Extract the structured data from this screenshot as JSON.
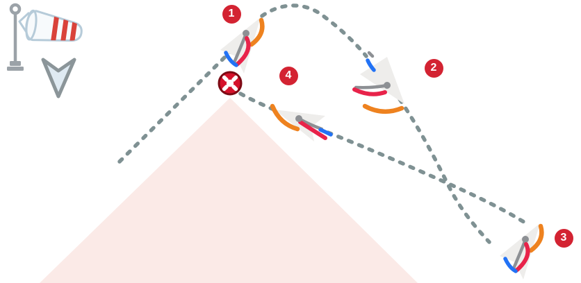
{
  "theme": {
    "background": "#ffffff",
    "zone_pink": "#fbeae7",
    "path_dash": "#7f9193",
    "marker_red": "#d32332",
    "buoy_red": "#d4122b",
    "buoy_dark": "#7c0a14",
    "sail_red": "#e8234a",
    "spinnaker_orange": "#ee821f",
    "jib_blue": "#2272f5",
    "mast_gray": "#8d9094",
    "hull_white": "#eeedeb",
    "windsock_outline": "#b6cbd9",
    "windsock_fill": "#f7fafc",
    "windsock_stripe": "#d9423a",
    "pole_gray": "#9ba2a8",
    "arrow_fill": "#dfeaf2",
    "arrow_outline": "#8b9599"
  },
  "markers": [
    {
      "label": "1"
    },
    {
      "label": "2"
    },
    {
      "label": "3"
    },
    {
      "label": "4"
    }
  ],
  "icons": {
    "windsock": "windsock-icon",
    "wind_arrow": "wind-direction-arrow-icon",
    "mark": "life-buoy-mark-icon",
    "boat": "sailboat-icon",
    "no_go_zone": "no-go-zone-triangle",
    "outer_route": "course-path-outer",
    "inner_route": "course-path-inner"
  }
}
